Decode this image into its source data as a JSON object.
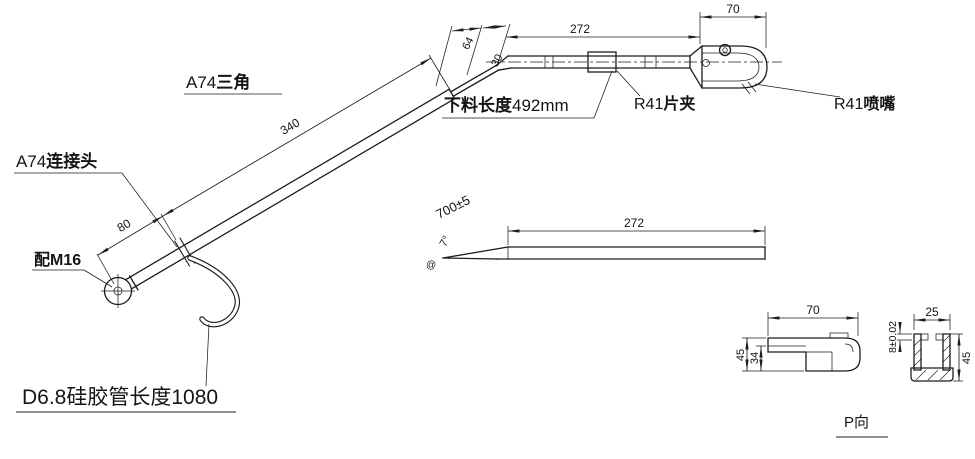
{
  "drawing": {
    "labels": {
      "a74_triangle": {
        "prefix": "A74",
        "name": "三角"
      },
      "a74_connector": {
        "prefix": "A74",
        "name": "连接头"
      },
      "m16": "配M16",
      "cut_length": {
        "name": "下料长度",
        "value": "492mm"
      },
      "r41_clip": {
        "prefix": "R41",
        "name": "片夹"
      },
      "r41_nozzle": {
        "prefix": "R41",
        "name": "喷嘴"
      },
      "silicone_tube": "D6.8硅胶管长度1080",
      "p_view": "P向",
      "datum_mark": "@"
    },
    "dimensions": {
      "nozzle_len": "70",
      "straight_len": "272",
      "bend_64": "64",
      "bend_30": "30",
      "tube_340": "340",
      "grip_80": "80",
      "overall_700": "700±5",
      "taper_angle": "7°",
      "blank_272": "272",
      "clip_70": "70",
      "clip_45": "45",
      "clip_34": "34",
      "section_8": "8±0.02",
      "section_25": "25",
      "section_45": "45"
    },
    "colors": {
      "line": "#1c1c1c",
      "background": "#ffffff"
    }
  }
}
